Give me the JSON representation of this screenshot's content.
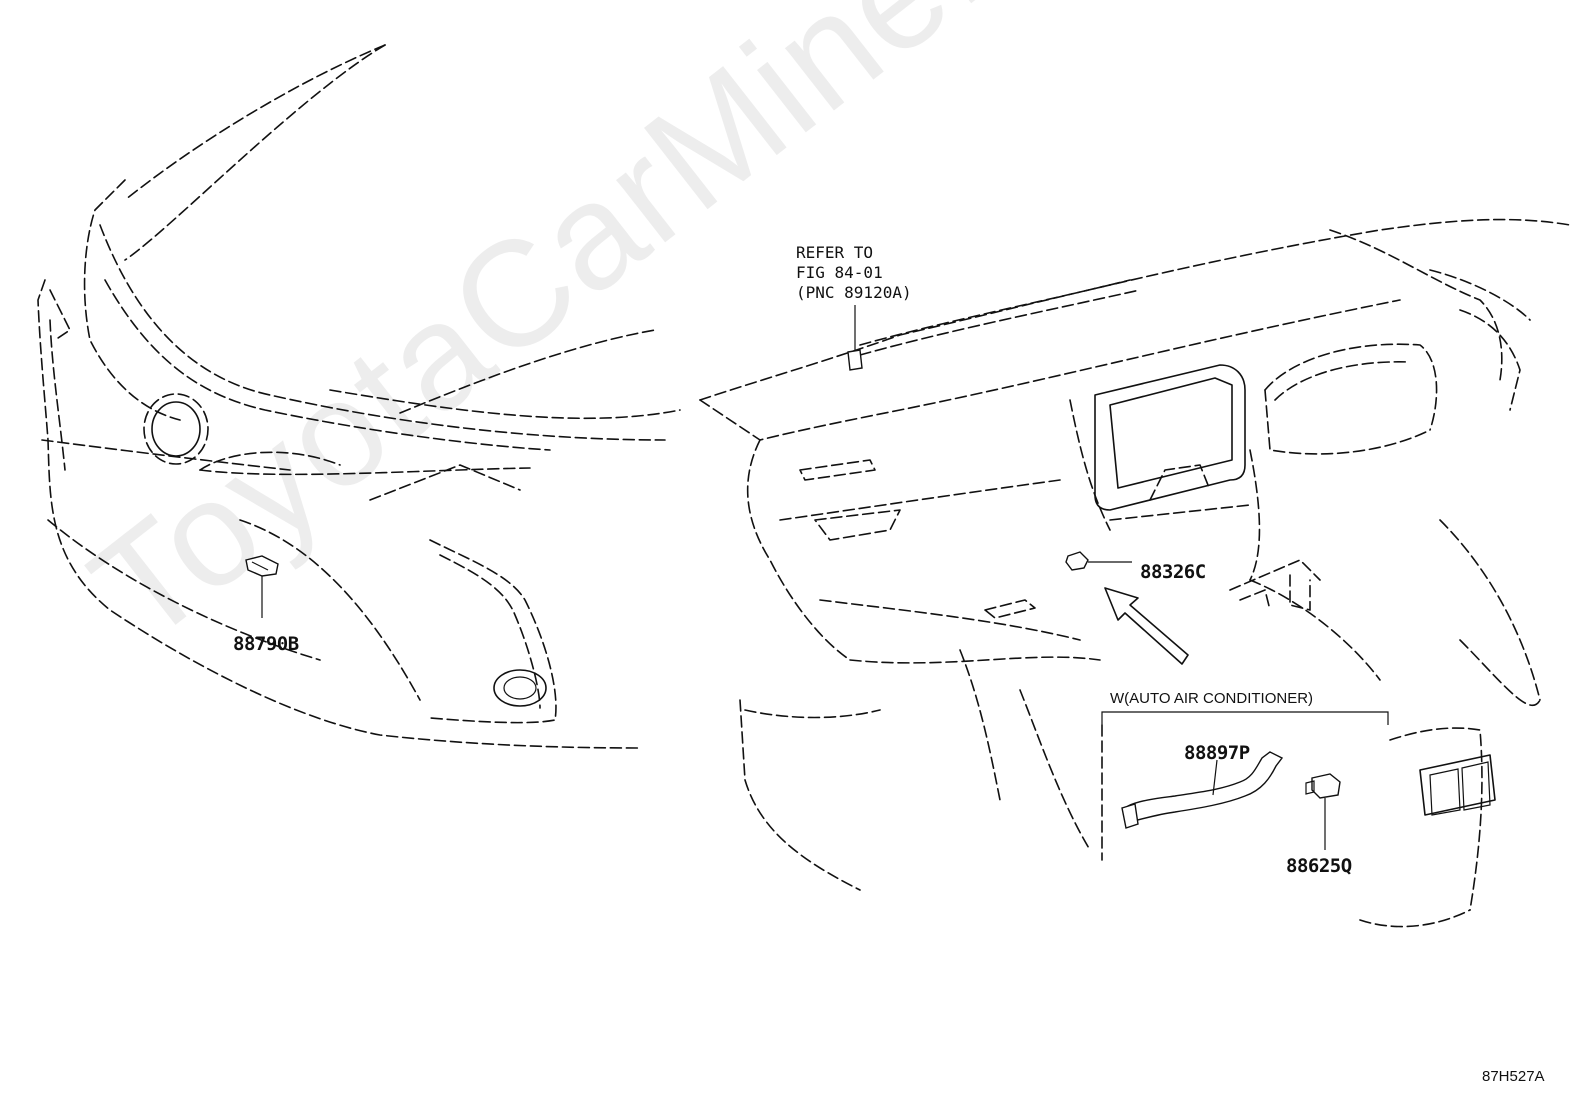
{
  "watermark": "ToyotaCarMine.ru",
  "figure_id": "87H527A",
  "reference_note": {
    "line1": "REFER TO",
    "line2": "FIG 84-01",
    "line3": "(PNC 89120A)"
  },
  "condition_label": "W(AUTO AIR CONDITIONER)",
  "parts": {
    "front_sensor": "88790B",
    "dash_sensor": "88326C",
    "aspirator_hose": "88897P",
    "aspirator_sensor": "88625Q"
  }
}
